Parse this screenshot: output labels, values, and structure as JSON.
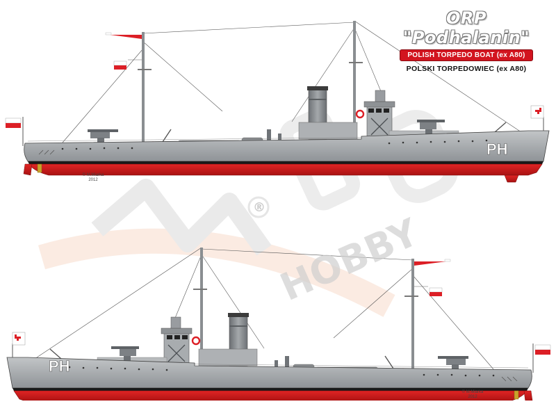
{
  "title": {
    "main": "ORP \"Podhalanin\"",
    "english": "POLISH TORPEDO BOAT (ex A80)",
    "polish": "POLSKI TORPEDOWIEC (ex A80)"
  },
  "ships": [
    {
      "id": "starboard-profile",
      "hull_marking": "PH",
      "credit_author": "© M.Miarka",
      "credit_year": "2012"
    },
    {
      "id": "port-profile",
      "hull_marking": "PH",
      "credit_author": "© M.Miarka",
      "credit_year": "2012"
    }
  ],
  "watermark": {
    "brand": "HOBBY",
    "registered_mark": "®"
  },
  "colors": {
    "hull_grey": "#9ea2a5",
    "deck_grey": "#b3b6b8",
    "waterline_red": "#d91e1e",
    "boot_top": "#1a1a1a",
    "flag_red": "#dc1f26",
    "watermark_grey": "#dcdcdc",
    "watermark_peach": "#f7d9c9"
  }
}
